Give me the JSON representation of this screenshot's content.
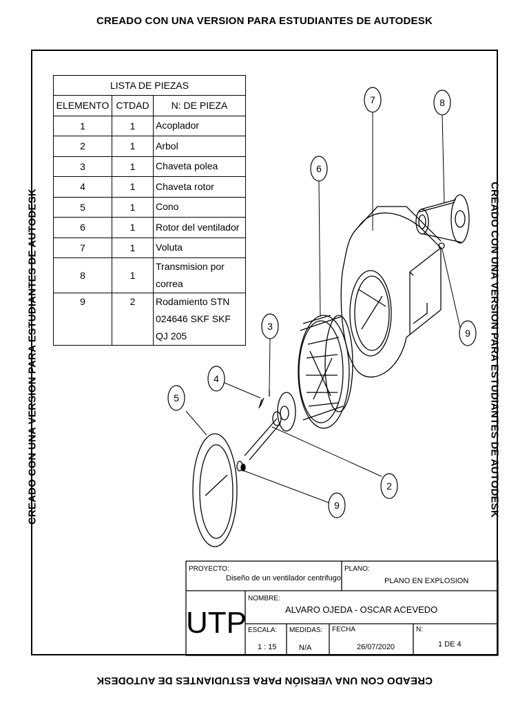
{
  "watermark": {
    "top": "CREADO CON UNA VERSION PARA ESTUDIANTES DE AUTODESK",
    "bottom": "CREADO CON UNA VERSIÓN PARA ESTUDIANTES DE AUTODESK",
    "left": "CREADO CON UNA VERSION PARA ESTUDIANTES DE AUTODESK",
    "right": "CREADO CON UNA VERSION PARA ESTUDIANTES DE AUTODESK"
  },
  "parts_list": {
    "title": "LISTA DE PIEZAS",
    "headers": [
      "ELEMENTO",
      "CTDAD",
      "N: DE PIEZA"
    ],
    "rows": [
      {
        "item": "1",
        "qty": "1",
        "name": "Acoplador"
      },
      {
        "item": "2",
        "qty": "1",
        "name": "Arbol"
      },
      {
        "item": "3",
        "qty": "1",
        "name": "Chaveta polea"
      },
      {
        "item": "4",
        "qty": "1",
        "name": "Chaveta rotor"
      },
      {
        "item": "5",
        "qty": "1",
        "name": "Cono"
      },
      {
        "item": "6",
        "qty": "1",
        "name": "Rotor del ventilador"
      },
      {
        "item": "7",
        "qty": "1",
        "name": "Voluta"
      },
      {
        "item": "8",
        "qty": "1",
        "name": "Transmision por correa"
      },
      {
        "item": "9",
        "qty": "2",
        "name": "Rodamiento STN",
        "name2": "024646 SKF SKF QJ 205"
      }
    ]
  },
  "balloons": {
    "b2": "2",
    "b3": "3",
    "b4": "4",
    "b5": "5",
    "b6": "6",
    "b7": "7",
    "b8": "8",
    "b9a": "9",
    "b9b": "9"
  },
  "title_block": {
    "proyecto_label": "PROYECTO:",
    "proyecto_value": "Diseño de un ventilador centrifugo",
    "plano_label": "PLANO:",
    "plano_value": "PLANO EN EXPLOSION",
    "logo": "UTP",
    "nombre_label": "NOMBRE:",
    "nombre_value": "ALVARO OJEDA - OSCAR ACEVEDO",
    "escala_label": "ESCALA:",
    "escala_value": "1 : 15",
    "medidas_label": "MEDIDAS:",
    "medidas_value": "N/A",
    "fecha_label": "FECHA",
    "fecha_value": "26/07/2020",
    "n_label": "N:",
    "n_value": "1 DE 4"
  }
}
